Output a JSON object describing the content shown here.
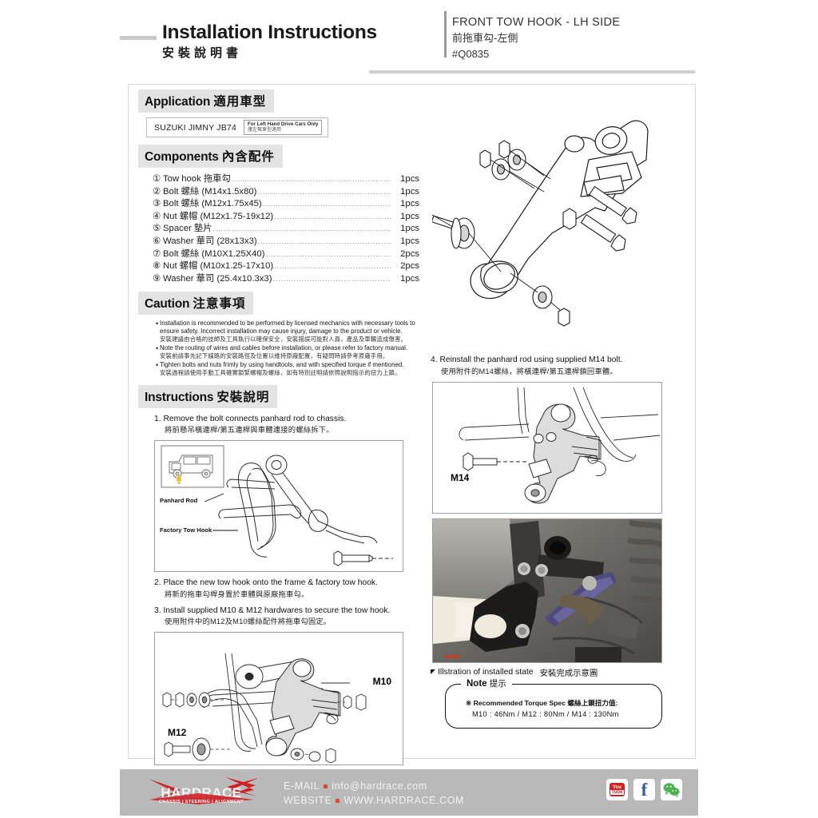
{
  "header": {
    "title_en": "Installation Instructions",
    "title_cn": "安裝說明書",
    "product_name_en": "FRONT TOW HOOK - LH SIDE",
    "product_name_cn": "前拖車勾-左側",
    "part_number": "#Q0835"
  },
  "application": {
    "heading_en": "Application",
    "heading_cn": "適用車型",
    "model": "SUZUKI JIMNY JB74",
    "note_en": "For Left Hand Drive Cars Only",
    "note_cn": "僅左駕車型適用"
  },
  "components": {
    "heading_en": "Components",
    "heading_cn": "內含配件",
    "items": [
      {
        "num": "①",
        "name": "Tow hook 拖車勾",
        "qty": "1pcs"
      },
      {
        "num": "②",
        "name": "Bolt 螺絲 (M14x1.5x80)",
        "qty": "1pcs"
      },
      {
        "num": "③",
        "name": "Bolt 螺絲 (M12x1.75x45)",
        "qty": "1pcs"
      },
      {
        "num": "④",
        "name": "Nut 螺帽 (M12x1.75-19x12)",
        "qty": "1pcs"
      },
      {
        "num": "⑤",
        "name": "Spacer 墊片",
        "qty": "1pcs"
      },
      {
        "num": "⑥",
        "name": "Washer 華司 (28x13x3)",
        "qty": "1pcs"
      },
      {
        "num": "⑦",
        "name": "Bolt 螺絲 (M10X1.25X40)",
        "qty": "2pcs"
      },
      {
        "num": "⑧",
        "name": "Nut 螺帽 (M10x1.25-17x10)",
        "qty": "2pcs"
      },
      {
        "num": "⑨",
        "name": "Washer 華司 (25.4x10.3x3)",
        "qty": "1pcs"
      }
    ]
  },
  "caution": {
    "heading_en": "Caution",
    "heading_cn": "注意事項",
    "items": [
      {
        "en": "Installation is recommended to be performed by licensed mechanics with necessary tools to ensure safety. Incorrect installation may cause injury, damage to the product or vehicle.",
        "cn": "安裝建議由合格的技師及工具執行以確保安全，安裝錯誤可能對人員，產品及車輛造成傷害。"
      },
      {
        "en": "Note the routing of wires and cables before installation, or please refer to factory manual.",
        "cn": "安裝前請事先記下線路的安裝路徑及位置以維持原廠配置，有疑問時請參考原廠手冊。"
      },
      {
        "en": "Tighten bolts and nuts frimly by using handtools, and with specified torque if mentioned.",
        "cn": "安裝過程請使用手動工具確實鎖緊螺帽及螺絲，如有特別註明請依照說明指示的扭力上鎖。"
      }
    ]
  },
  "instructions": {
    "heading_en": "Instructions",
    "heading_cn": "安裝說明",
    "steps": [
      {
        "en": "1. Remove the bolt connects panhard rod to chassis.",
        "cn": "將前懸吊橫連桿/第五連桿與車體連接的螺絲拆下。"
      },
      {
        "en": "2. Place the new tow hook onto the frame & factory tow hook.",
        "cn": "將新的拖車勾桿身置於車體與原廠拖車勾。"
      },
      {
        "en": "3. Install supplied M10 & M12 hardwares to secure the tow hook.",
        "cn": "使用附件中的M12及M10螺絲配件將拖車勾固定。"
      },
      {
        "en": "4. Reinstall the panhard rod using supplied M14 bolt.",
        "cn": "使用附件的M14螺絲，將橫連桿/第五連桿鎖回車體。"
      }
    ]
  },
  "diagram_labels": {
    "panhard_rod": "Panhard Rod",
    "factory_tow_hook": "Factory Tow Hook",
    "m10": "M10",
    "m12": "M12",
    "m14": "M14"
  },
  "illustration": {
    "caption_en": "Illstration of installed state",
    "caption_cn": "安裝完成示意圖"
  },
  "note": {
    "title_en": "Note",
    "title_cn": "提示",
    "line1": "※ Recommended Torque Spec  螺絲上鎖扭力值:",
    "line2": "M10 : 46Nm  / M12 : 80Nm / M14 : 130Nm"
  },
  "footer": {
    "brand": "HARDRACE",
    "tagline": "CHASSIS  |  STEERING  |  ALIGNMENT",
    "email_label": "E-MAIL",
    "email_value": "info@hardrace.com",
    "website_label": "WEBSITE",
    "website_value": "WWW.HARDRACE.COM",
    "social": [
      "youtube-icon",
      "facebook-icon",
      "wechat-icon"
    ],
    "accent_color": "#d94a3d",
    "bar_color": "#b9b9b9"
  }
}
